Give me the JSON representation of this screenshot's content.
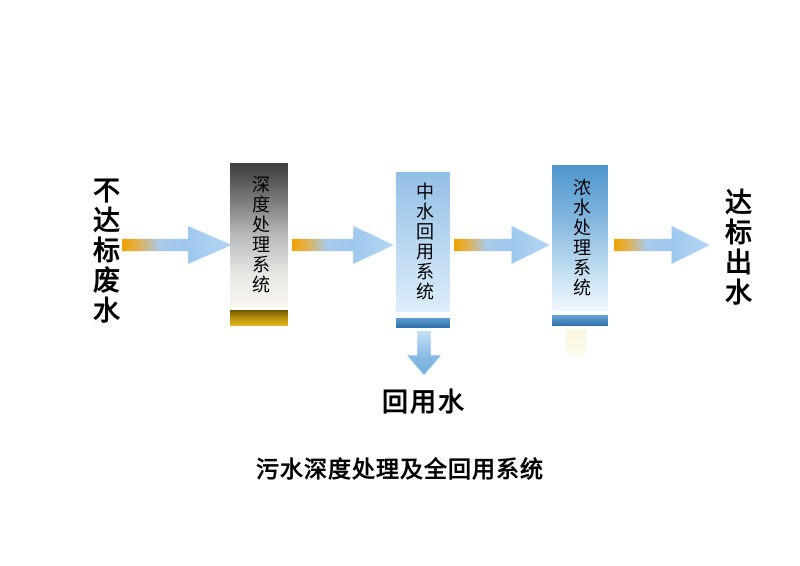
{
  "diagram": {
    "input_label": "不达标废水",
    "output_label": "达标出水",
    "reuse_label": "回用水",
    "caption": "污水深度处理及全回用系统",
    "boxes": [
      {
        "label": "深度处理系统"
      },
      {
        "label": "中水回用系统"
      },
      {
        "label": "浓水处理系统"
      }
    ],
    "colors": {
      "arrow_gold": "#f0a300",
      "arrow_blue": "#9ec8ee",
      "box_deep_top": "#3c3c3e",
      "box_deep_bar": "#b08a08",
      "box_reuse_fill": "#93bfe6",
      "box_reuse_bar": "#2f6ea8",
      "box_conc_top": "#4e95cd",
      "box_conc_bar": "#2f6ea8",
      "text": "#000000",
      "background": "#ffffff"
    }
  }
}
